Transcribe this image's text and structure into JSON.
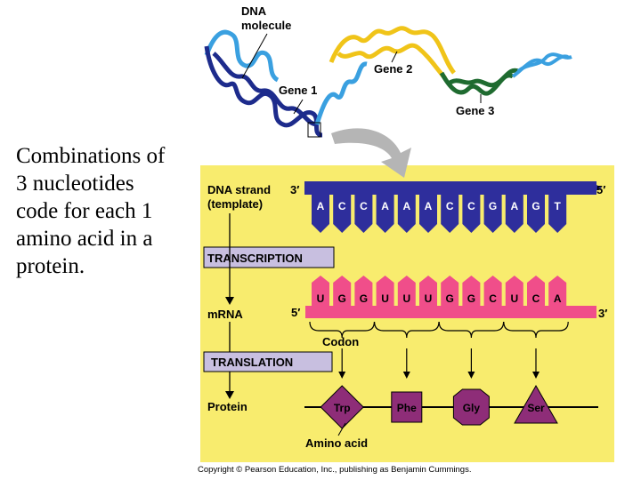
{
  "caption": {
    "lines": [
      "Combinations of",
      "3 nucleotides",
      "code for each 1",
      "amino acid in a",
      "protein."
    ]
  },
  "labels": {
    "dna_molecule_line1": "DNA",
    "dna_molecule_line2": "molecule",
    "gene1": "Gene 1",
    "gene2": "Gene 2",
    "gene3": "Gene 3",
    "dna_strand": "DNA strand",
    "template": "(template)",
    "dna_left_end": "3′",
    "dna_right_end": "5′",
    "transcription": "TRANSCRIPTION",
    "mrna": "mRNA",
    "mrna_left_end": "5′",
    "mrna_right_end": "3′",
    "codon": "Codon",
    "translation": "TRANSLATION",
    "protein": "Protein",
    "amino_acid": "Amino acid"
  },
  "dna_bases": [
    "A",
    "C",
    "C",
    "A",
    "A",
    "A",
    "C",
    "C",
    "G",
    "A",
    "G",
    "T"
  ],
  "mrna_bases": [
    "U",
    "G",
    "G",
    "U",
    "U",
    "U",
    "G",
    "G",
    "C",
    "U",
    "C",
    "A"
  ],
  "amino_acids": [
    {
      "name": "Trp",
      "shape": "diamond"
    },
    {
      "name": "Phe",
      "shape": "square"
    },
    {
      "name": "Gly",
      "shape": "hexagon"
    },
    {
      "name": "Ser",
      "shape": "triangle"
    }
  ],
  "copyright": "Copyright © Pearson Education, Inc., publishing as Benjamin Cummings.",
  "colors": {
    "panel": "#f8ec6e",
    "dna_strand": "#2e2e9c",
    "mrna": "#f04e8a",
    "label_box": "#c8bfe0",
    "gene1": "#1d2b8c",
    "gene2": "#f0c419",
    "gene3": "#1f6b30",
    "helix_light": "#3aa0e0",
    "arrow": "#b5b5b5",
    "amino_fill": "#8e2d78"
  }
}
